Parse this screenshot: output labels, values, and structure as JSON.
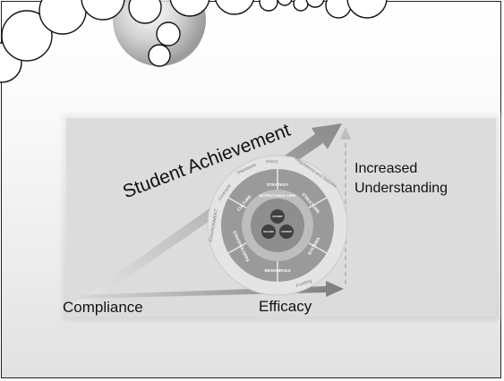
{
  "diagram": {
    "diagonal_arrow_label": "Student Achievement",
    "vertical_arrow_label_line1": "Increased",
    "vertical_arrow_label_line2": "Understanding",
    "baseline_left_label": "Compliance",
    "baseline_right_label": "Efficacy",
    "wheel": {
      "outer_ring_text": [
        "ENVIRONMENT",
        "Contracts",
        "Standards",
        "Policy",
        "Regulations and Statutes",
        "Funding"
      ],
      "segments": [
        "STRATEGY",
        "STRUCTURE",
        "SYSTEMS",
        "RESOURCES",
        "STAKEHOLDERS",
        "CULTURE"
      ],
      "center_label": "INSTRUCTIONAL CORE",
      "core_circles": [
        "STUDENT",
        "TEACHER",
        "CONTENT"
      ]
    }
  },
  "colors": {
    "panel": "#d9d9d9",
    "arrow": "#8c8c8c",
    "wheel_dark": "#6e6e6e",
    "wheel_mid": "#9a9a9a"
  }
}
